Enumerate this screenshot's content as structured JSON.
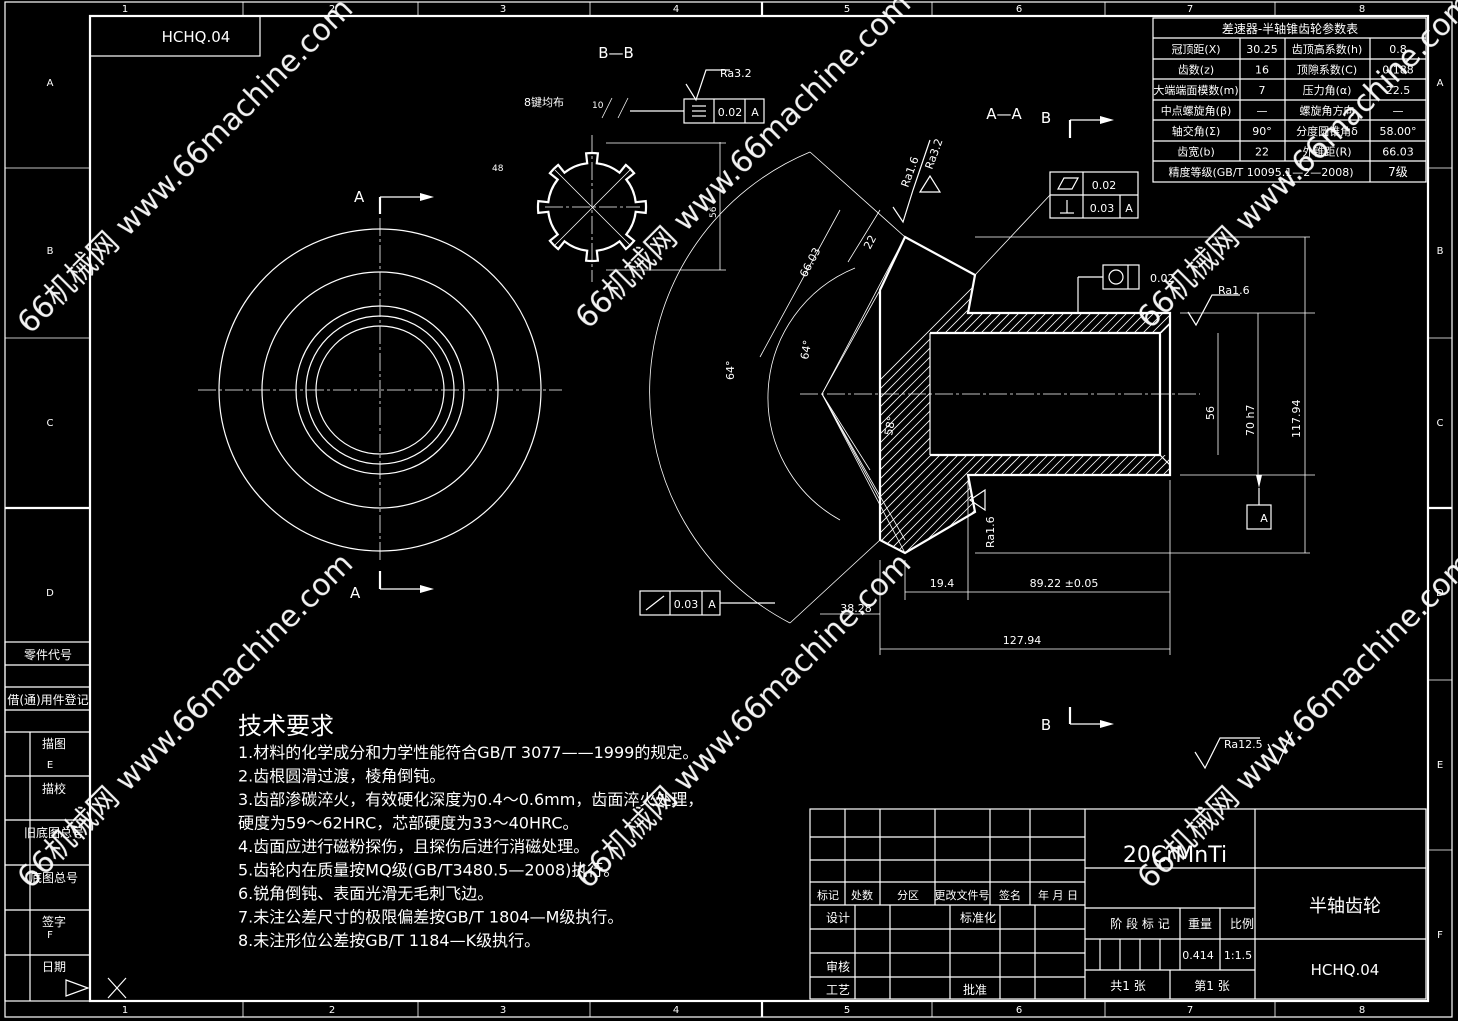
{
  "drawing_no_box": "HCHQ.04",
  "grid": {
    "columns": [
      "1",
      "2",
      "3",
      "4",
      "5",
      "6",
      "7",
      "8"
    ],
    "rows": [
      "A",
      "B",
      "C",
      "D",
      "E",
      "F"
    ]
  },
  "left_panel": [
    "零件代号",
    "借(通)用件登记",
    "描图",
    "描校",
    "旧底图总号",
    "底图总号",
    "签字",
    "日期"
  ],
  "param_table": {
    "title": "差速器-半轴锥齿轮参数表",
    "rows": [
      [
        "冠顶距(X)",
        "30.25",
        "齿顶高系数(h)",
        "0.8"
      ],
      [
        "齿数(z)",
        "16",
        "顶隙系数(C)",
        "0.188"
      ],
      [
        "大端端面模数(m)",
        "7",
        "压力角(α)",
        "22.5"
      ],
      [
        "中点螺旋角(β)",
        "—",
        "螺旋角方向",
        "—"
      ],
      [
        "轴交角(Σ)",
        "90°",
        "分度圆锥角δ",
        "58.00°"
      ],
      [
        "齿宽(b)",
        "22",
        "外锥距(R)",
        "66.03"
      ]
    ],
    "precision_label": "精度等级(GB/T 10095.1—2—2008)",
    "precision_value": "7级"
  },
  "view_labels": {
    "bb": "B—B",
    "aa": "A—A",
    "a_top": "A",
    "a_bottom": "A",
    "b_top": "B",
    "b_bottom": "B"
  },
  "dimensions": {
    "ra32": "Ra3.2",
    "spline": "8键均布",
    "tol_002": "0.02",
    "datum_a": "A",
    "d10": "10",
    "d48": "48",
    "d56sp": "56",
    "ra16a": "Ra1.6",
    "ra32b": "Ra3.2",
    "flat_002": "0.02",
    "perp_003": "0.03",
    "circ_002": "0.02",
    "ra16b": "Ra1.6",
    "d6603": "66.03",
    "d22": "22",
    "a64": "64°",
    "a64b": "64°",
    "a58": "58°",
    "d56": "56",
    "d70h7": "70 h7",
    "d117": "117.94",
    "ra16c": "Ra1.6",
    "runout_003": "0.03",
    "d194": "19.4",
    "d8922": "89.22 ±0.05",
    "d3828": "38.28",
    "d12794": "127.94",
    "ra125": "Ra12.5"
  },
  "tech_requirements": {
    "title": "技术要求",
    "items": [
      "1.材料的化学成分和力学性能符合GB/T 3077——1999的规定。",
      "2.齿根圆滑过渡，棱角倒钝。",
      "3.齿部渗碳淬火，有效硬化深度为0.4～0.6mm，齿面淬火处理，",
      "硬度为59～62HRC，芯部硬度为33～40HRC。",
      "4.齿面应进行磁粉探伤，且探伤后进行消磁处理。",
      "5.齿轮内在质量按MQ级(GB/T3480.5—2008)执行。",
      "6.锐角倒钝、表面光滑无毛刺飞边。",
      "7.未注公差尺寸的极限偏差按GB/T 1804—M级执行。",
      "8.未注形位公差按GB/T 1184—K级执行。"
    ]
  },
  "title_block": {
    "material": "20CrMnTi",
    "part_name": "半轴齿轮",
    "drawing_no": "HCHQ.04",
    "rev_headers": [
      "标记",
      "处数",
      "分区",
      "更改文件号",
      "签名",
      "年 月 日"
    ],
    "design": "设计",
    "standard": "标准化",
    "review": "审核",
    "process": "工艺",
    "approve": "批准",
    "stage": "阶 段 标 记",
    "weight_label": "重量",
    "scale_label": "比例",
    "weight": "0.414",
    "scale": "1:1.5",
    "sheets_total": "共1 张",
    "sheet_no": "第1 张"
  },
  "watermarks": [
    "66机械网 www.66machine.com",
    "66机械网 www.66machine.com",
    "66机械网 www.66machine.com",
    "66机械网 www.66machine.com",
    "66机械网 www.66machine.com",
    "66机械网 www.66machine.com"
  ]
}
